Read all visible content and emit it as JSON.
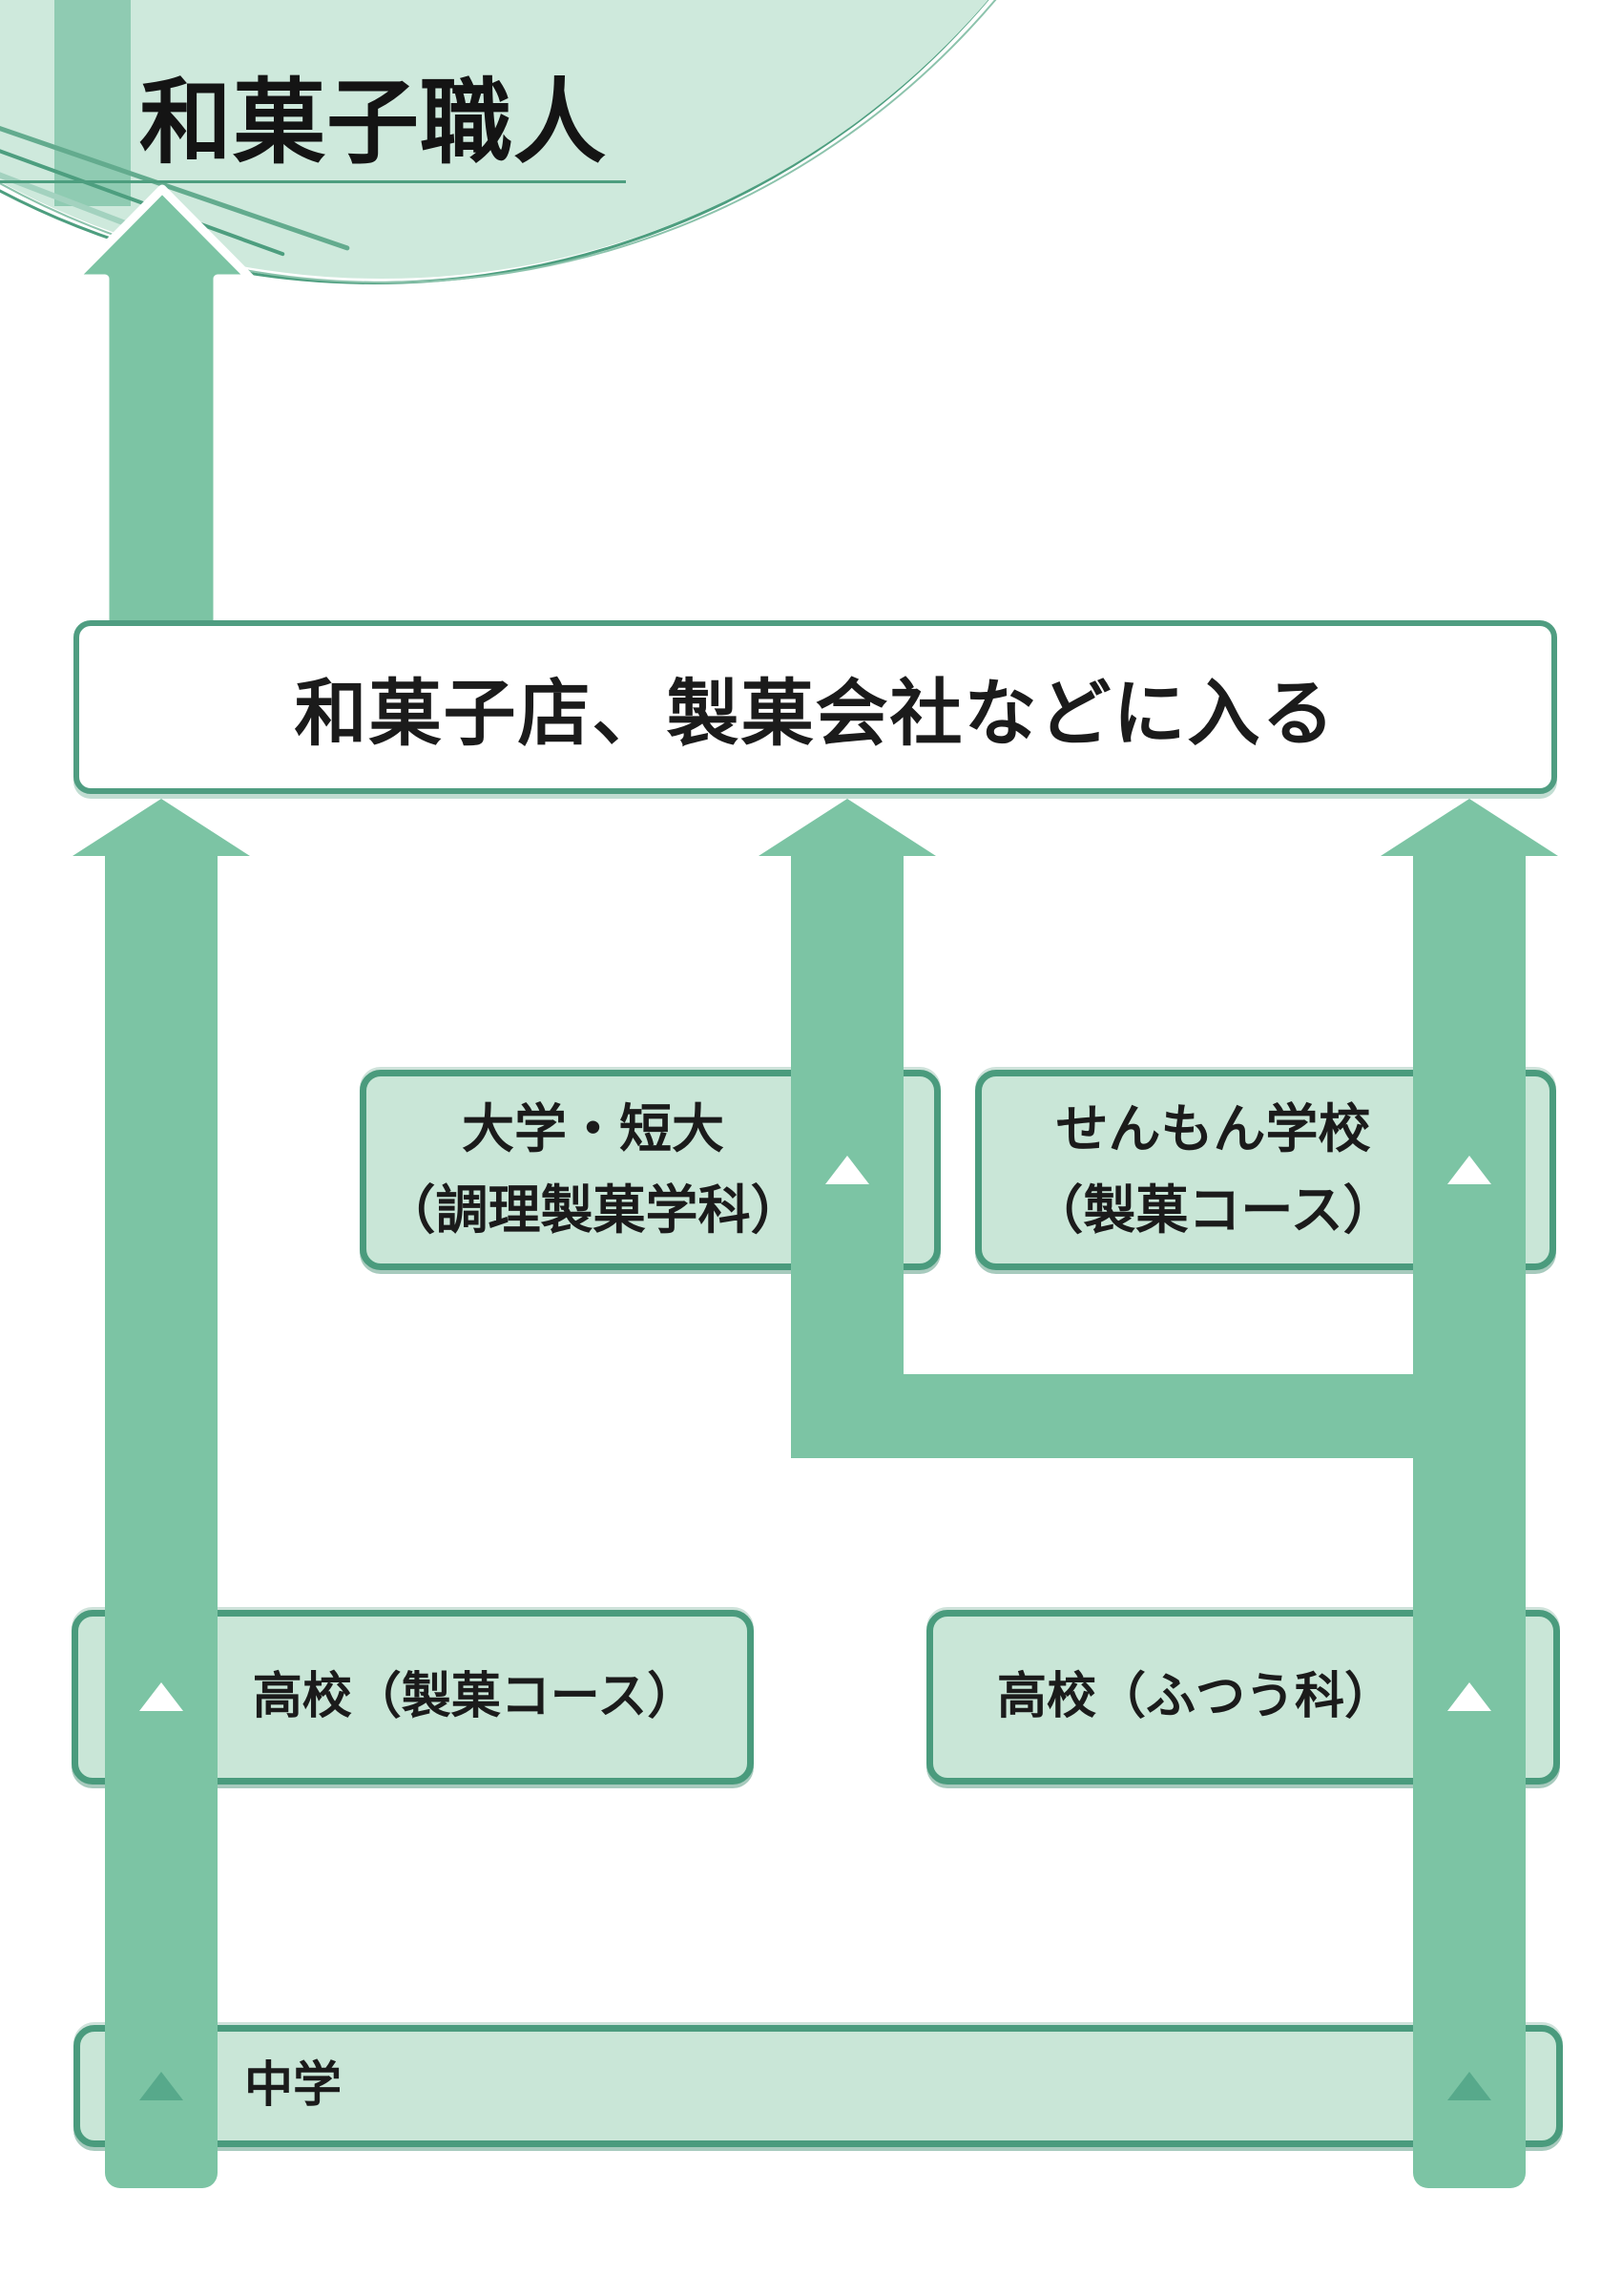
{
  "title": {
    "text": "和菓子職人"
  },
  "goal_box": {
    "label": "和菓子店、製菓会社などに入る"
  },
  "nodes": {
    "daigaku": {
      "line1": "大学・短大",
      "line2": "（調理製菓学科）"
    },
    "senmon": {
      "line1": "せんもん学校",
      "line2": "（製菓コース）"
    },
    "kouko_seika": {
      "label": "高校（製菓コース）"
    },
    "kouko_futsu": {
      "label": "高校（ふつう科）"
    },
    "chugaku": {
      "label": "中学"
    }
  },
  "colors": {
    "band": "#7cc4a4",
    "band_on_circle": "#8fcbb2",
    "box_fill": "#c9e6d7",
    "box_border": "#4a9b7d",
    "goal_border": "#4f9d81",
    "circle_fill": "#cee9dc",
    "stroke_green": "#4d9e7f",
    "triangle_white": "#ffffff",
    "triangle_green": "#57a98b",
    "text": "#1b1b1b"
  }
}
